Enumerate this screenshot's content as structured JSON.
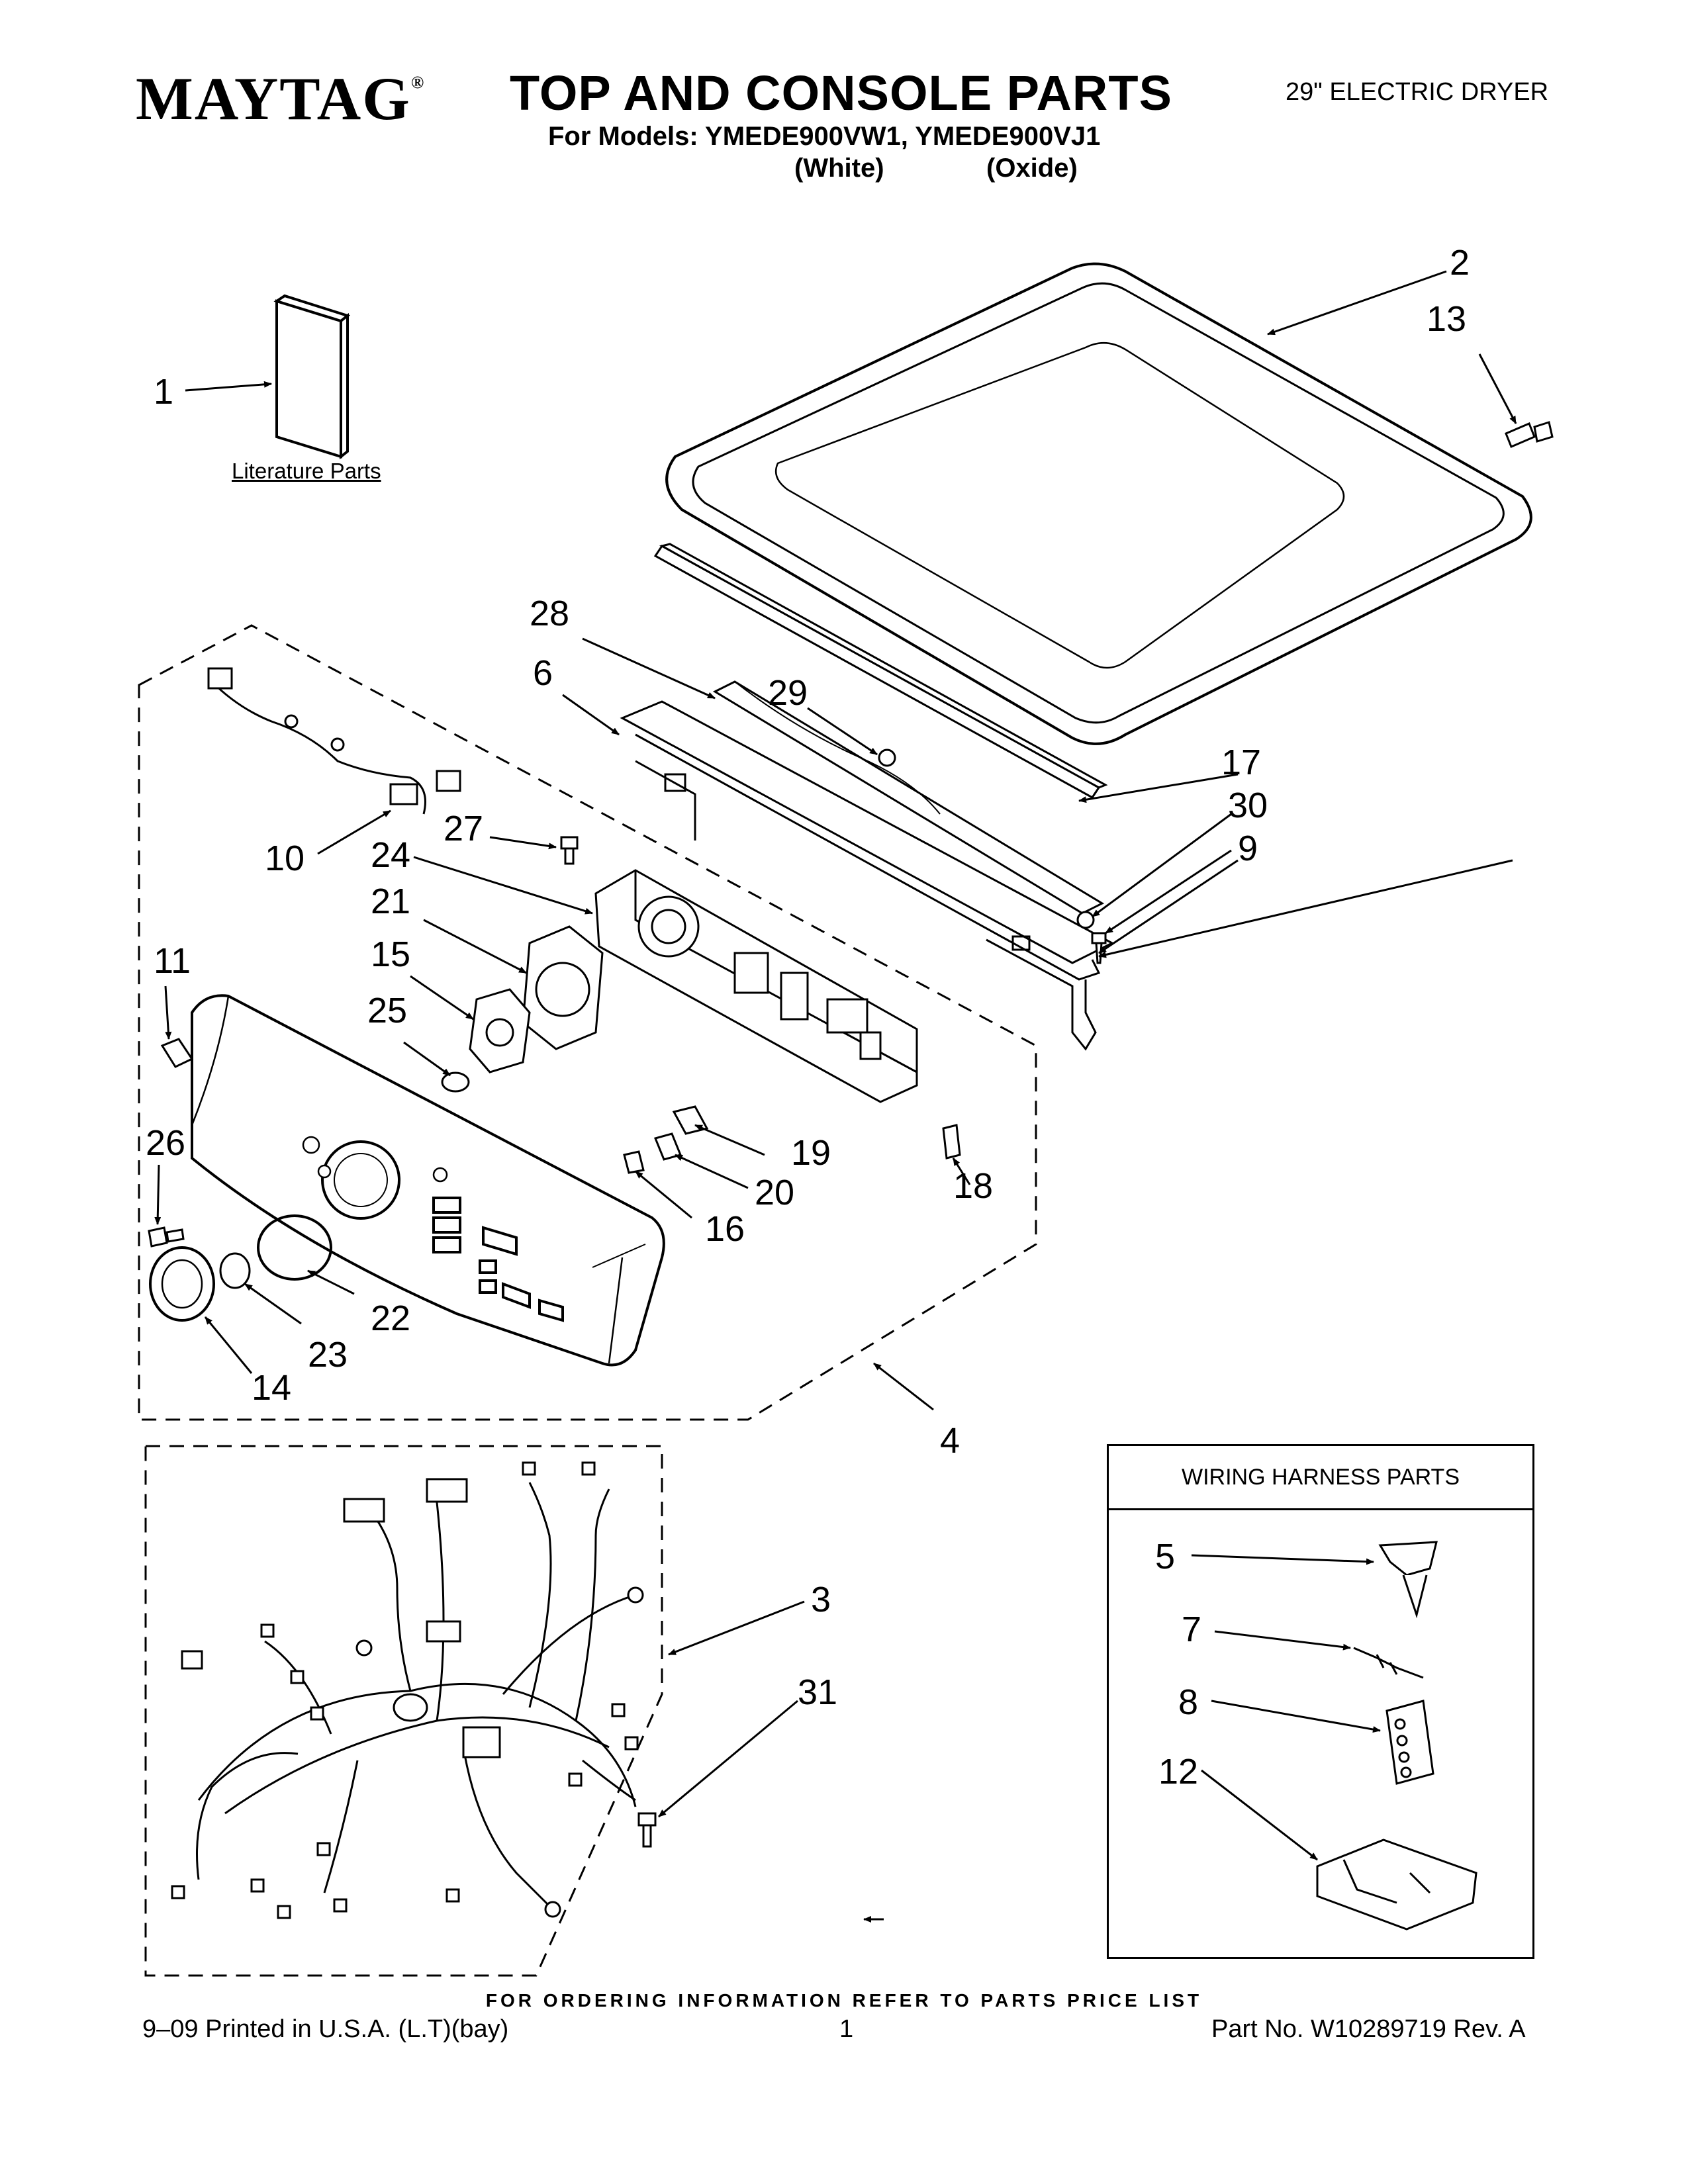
{
  "header": {
    "brand": "MAYTAG",
    "brand_mark": "®",
    "title": "TOP AND CONSOLE PARTS",
    "models_line": "For Models: YMEDE900VW1, YMEDE900VJ1",
    "variant_white": "(White)",
    "variant_oxide": "(Oxide)",
    "product": "29\" ELECTRIC DRYER"
  },
  "literature": {
    "label": "Literature Parts"
  },
  "callouts": {
    "c1": "1",
    "c2": "2",
    "c3": "3",
    "c4": "4",
    "c5": "5",
    "c6": "6",
    "c7": "7",
    "c8": "8",
    "c9": "9",
    "c10": "10",
    "c11": "11",
    "c12": "12",
    "c13": "13",
    "c14": "14",
    "c15": "15",
    "c16": "16",
    "c17": "17",
    "c18": "18",
    "c19": "19",
    "c20": "20",
    "c21": "21",
    "c22": "22",
    "c23": "23",
    "c24": "24",
    "c25": "25",
    "c26": "26",
    "c27": "27",
    "c28": "28",
    "c29": "29",
    "c30": "30",
    "c31": "31"
  },
  "wiring_harness": {
    "title": "WIRING HARNESS PARTS"
  },
  "footer": {
    "order_note": "FOR ORDERING INFORMATION REFER TO PARTS PRICE LIST",
    "print_info": "9–09 Printed in U.S.A. (L.T)(bay)",
    "page_number": "1",
    "part_number": "Part No. W10289719 Rev. A"
  }
}
